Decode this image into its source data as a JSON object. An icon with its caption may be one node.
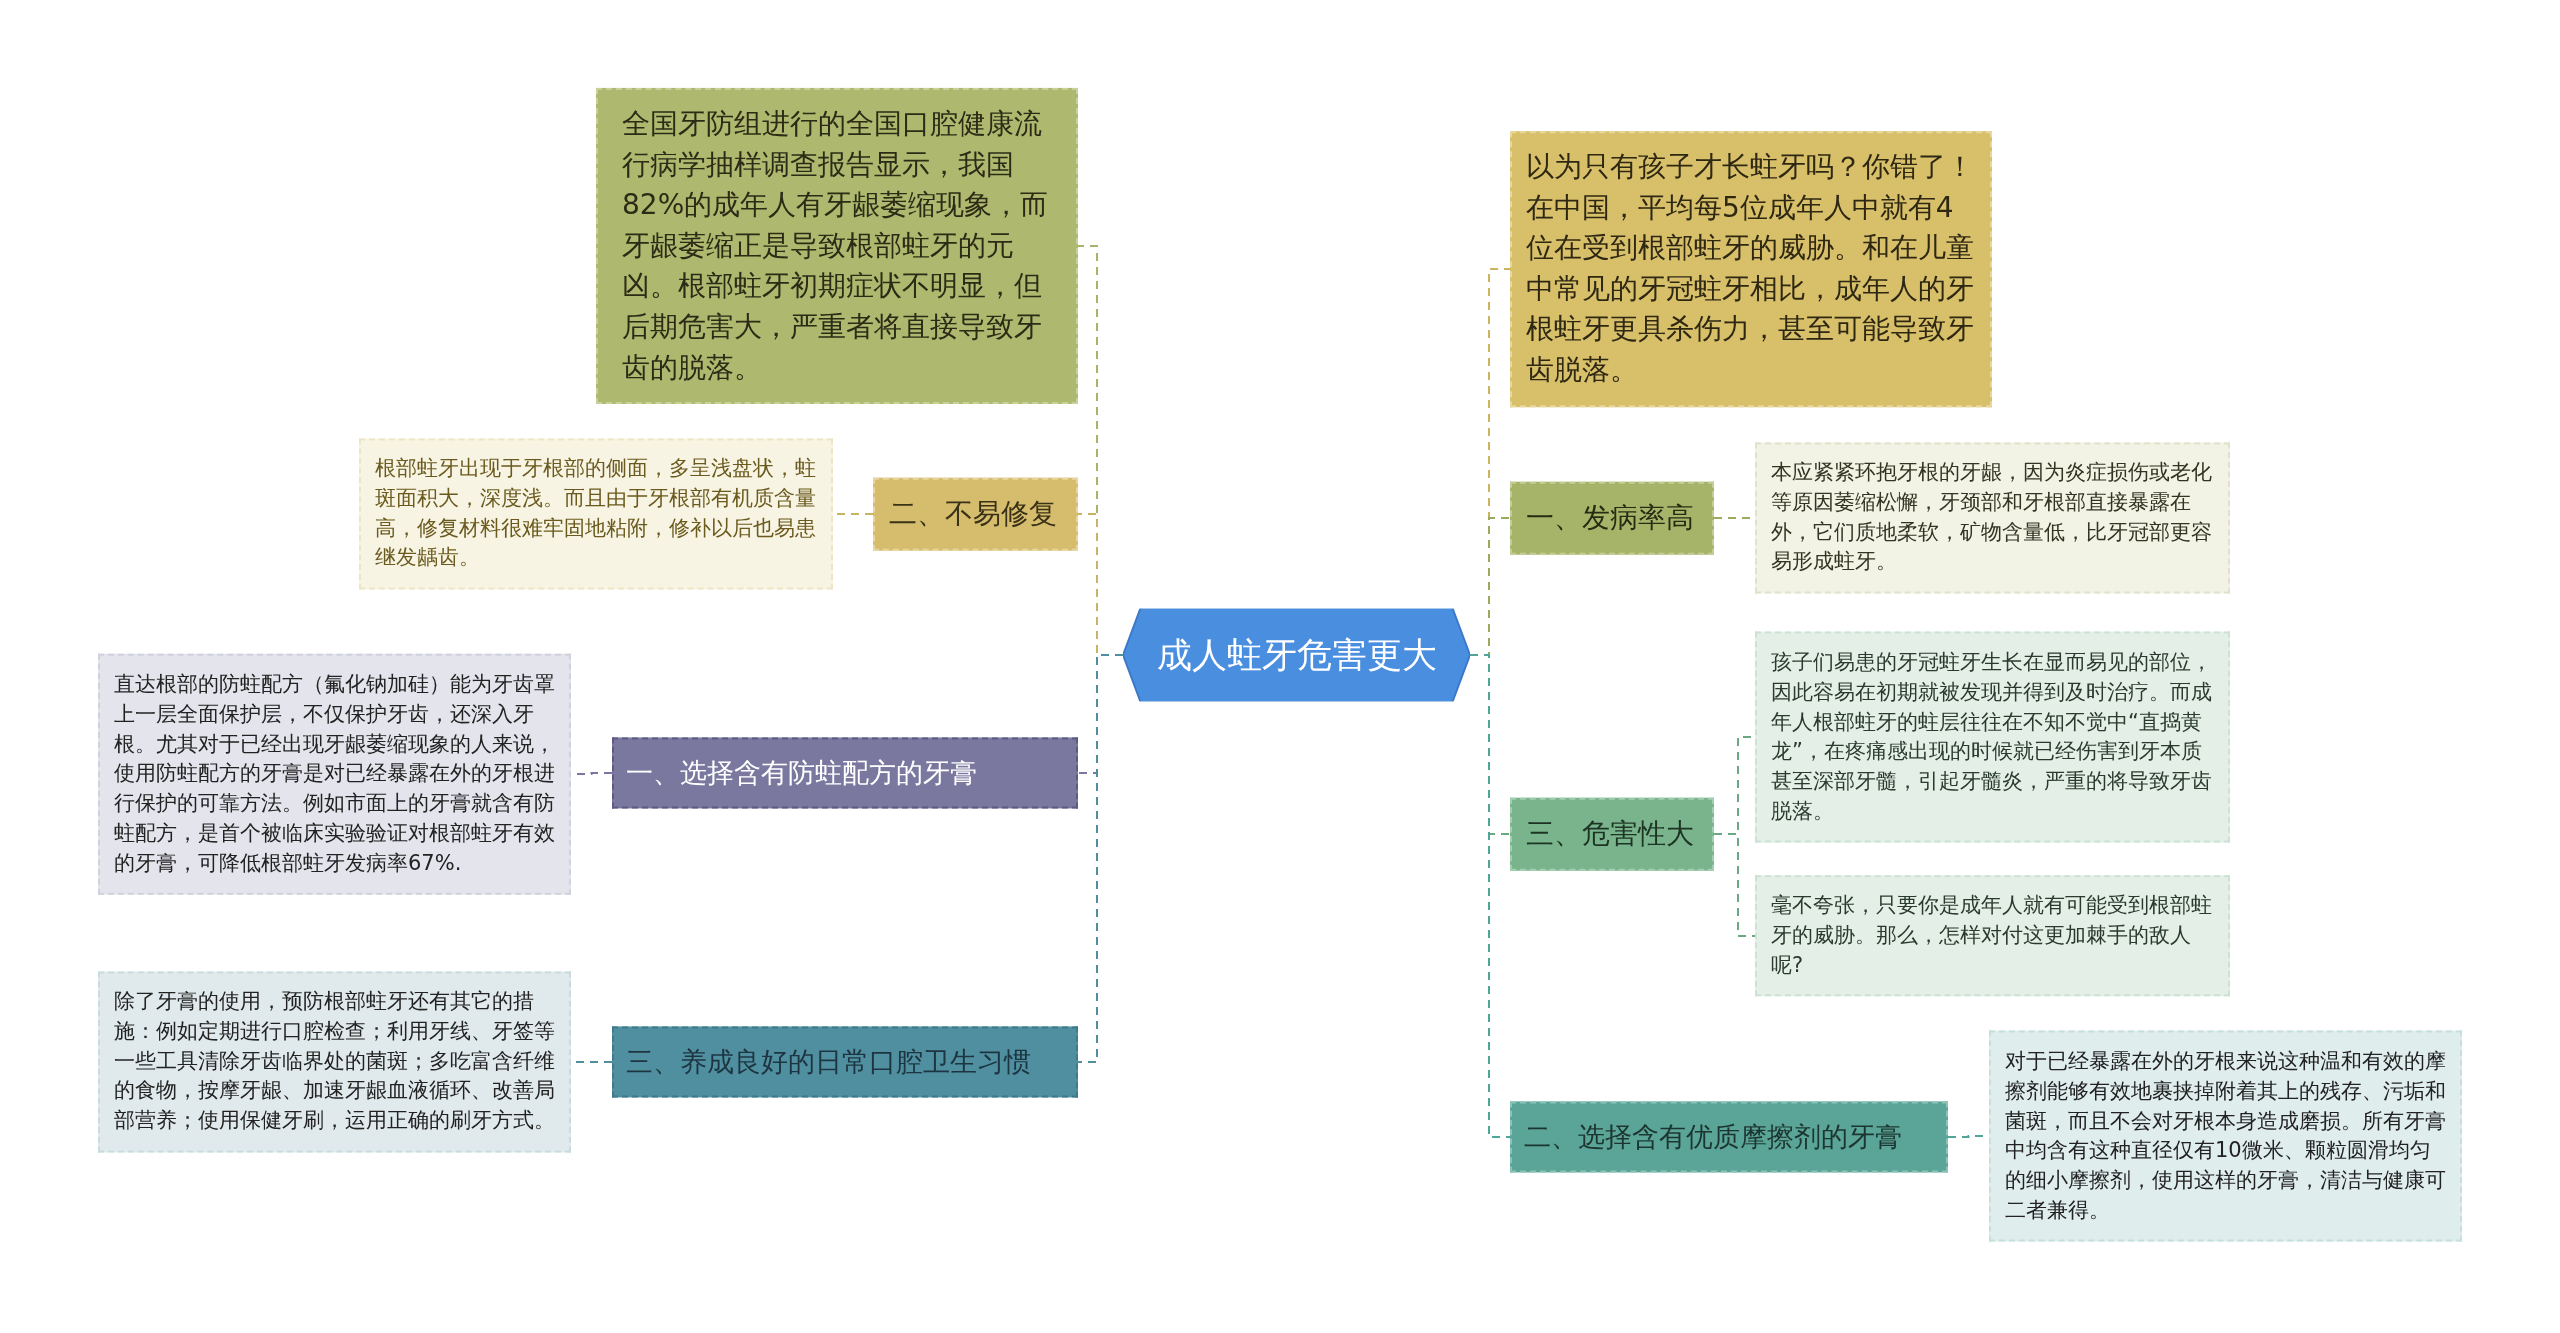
{
  "diagram": {
    "nodes": [
      {
        "text": [
          "成人蛀牙危害更大"
        ]
      },
      {
        "text": [
          "全国牙防组进行的全国口腔健康流行病学抽样调查报告显示，我国82%的成年人有牙龈萎缩现象，而牙龈萎缩正是导致根部蛀牙的元凶。根部蛀牙初期症状不明显，但后期危害大，严重者将直接导致牙齿的脱落。"
        ]
      },
      {
        "text": [
          "二、不易修复"
        ]
      },
      {
        "text": [
          "根部蛀牙出现于牙根部的侧面，多呈浅盘状，蛀斑面积大，深度浅。而且由于牙根部有机质含量高，修复材料很难牢固地粘附，修补以后也易患继发龋齿。"
        ]
      },
      {
        "text": [
          "一、选择含有防蛀配方的牙膏"
        ]
      },
      {
        "text": [
          "直达根部的防蛀配方（氟化钠加硅）能为牙齿罩上一层全面保护层，不仅保护牙齿，还深入牙根。尤其对于已经出现牙龈萎缩现象的人来说，使用防蛀配方的牙膏是对已经暴露在外的牙根进行保护的可靠方法。例如市面上的牙膏就含有防蛀配方，是首个被临床实验验证对根部蛀牙有效的牙膏，可降低根部蛀牙发病率67%."
        ]
      },
      {
        "text": [
          "三、养成良好的日常口腔卫生习惯"
        ]
      },
      {
        "text": [
          "除了牙膏的使用，预防根部蛀牙还有其它的措施：例如定期进行口腔检查；利用牙线、牙签等一些工具清除牙齿临界处的菌斑；多吃富含纤维的食物，按摩牙龈、加速牙龈血液循环、改善局部营养；使用保健牙刷，运用正确的刷牙方式。"
        ]
      },
      {
        "text": [
          "以为只有孩子才长蛀牙吗？你错了！在中国，平均每5位成年人中就有4位在受到根部蛀牙的威胁。和在儿童中常见的牙冠蛀牙相比，成年人的牙根蛀牙更具杀伤力，甚至可能导致牙齿脱落。"
        ]
      },
      {
        "text": [
          "一、发病率高"
        ]
      },
      {
        "text": [
          "本应紧紧环抱牙根的牙龈，因为炎症损伤或老化等原因萎缩松懈，牙颈部和牙根部直接暴露在外，它们质地柔软，矿物含量低，比牙冠部更容易形成蛀牙。"
        ]
      },
      {
        "text": [
          "三、危害性大"
        ]
      },
      {
        "text": [
          "孩子们易患的牙冠蛀牙生长在显而易见的部位，因此容易在初期就被发现并得到及时治疗。而成年人根部蛀牙的蛀层往往在不知不觉中“直捣黄龙”，在疼痛感出现的时候就已经伤害到牙本质甚至深部牙髓，引起牙髓炎，严重的将导致牙齿脱落。"
        ]
      },
      {
        "text": [
          "毫不夸张，只要你是成年人就有可能受到根部蛀牙的威胁。那么，怎样对付这更加棘手的敌人呢?"
        ]
      },
      {
        "text": [
          "二、选择含有优质摩擦剂的牙膏"
        ]
      },
      {
        "text": [
          "对于已经暴露在外的牙根来说这种温和有效的摩擦剂能够有效地裹挟掉附着其上的残存、污垢和菌斑，而且不会对牙根本身造成磨损。所有牙膏中均含有这种直径仅有10微米、颗粒圆滑均匀的细小摩擦剂，使用这样的牙膏，清洁与健康可二者兼得。"
        ]
      }
    ],
    "edges": [
      {
        "from": 0,
        "to": 1,
        "arrow": "none",
        "style": "dashed",
        "color": "#a9b46a"
      },
      {
        "from": 0,
        "to": 2,
        "arrow": "none",
        "style": "dashed",
        "color": "#c9b466"
      },
      {
        "from": 2,
        "to": 3,
        "arrow": "none",
        "style": "dashed",
        "color": "#c9b466"
      },
      {
        "from": 0,
        "to": 4,
        "arrow": "none",
        "style": "dashed",
        "color": "#7a78a0"
      },
      {
        "from": 4,
        "to": 5,
        "arrow": "none",
        "style": "dashed",
        "color": "#7a78a0"
      },
      {
        "from": 0,
        "to": 6,
        "arrow": "none",
        "style": "dashed",
        "color": "#4f8fa0"
      },
      {
        "from": 6,
        "to": 7,
        "arrow": "none",
        "style": "dashed",
        "color": "#4f8fa0"
      },
      {
        "from": 0,
        "to": 8,
        "arrow": "none",
        "style": "dashed",
        "color": "#cdb560"
      },
      {
        "from": 0,
        "to": 9,
        "arrow": "none",
        "style": "dashed",
        "color": "#9aab5e"
      },
      {
        "from": 9,
        "to": 10,
        "arrow": "none",
        "style": "dashed",
        "color": "#9aab5e"
      },
      {
        "from": 0,
        "to": 11,
        "arrow": "none",
        "style": "dashed",
        "color": "#6aa883"
      },
      {
        "from": 11,
        "to": 12,
        "arrow": "none",
        "style": "dashed",
        "color": "#6aa883"
      },
      {
        "from": 11,
        "to": 13,
        "arrow": "none",
        "style": "dashed",
        "color": "#6aa883"
      },
      {
        "from": 0,
        "to": 14,
        "arrow": "none",
        "style": "dashed",
        "color": "#4fa596"
      },
      {
        "from": 14,
        "to": 15,
        "arrow": "none",
        "style": "dashed",
        "color": "#4fa596"
      }
    ]
  }
}
